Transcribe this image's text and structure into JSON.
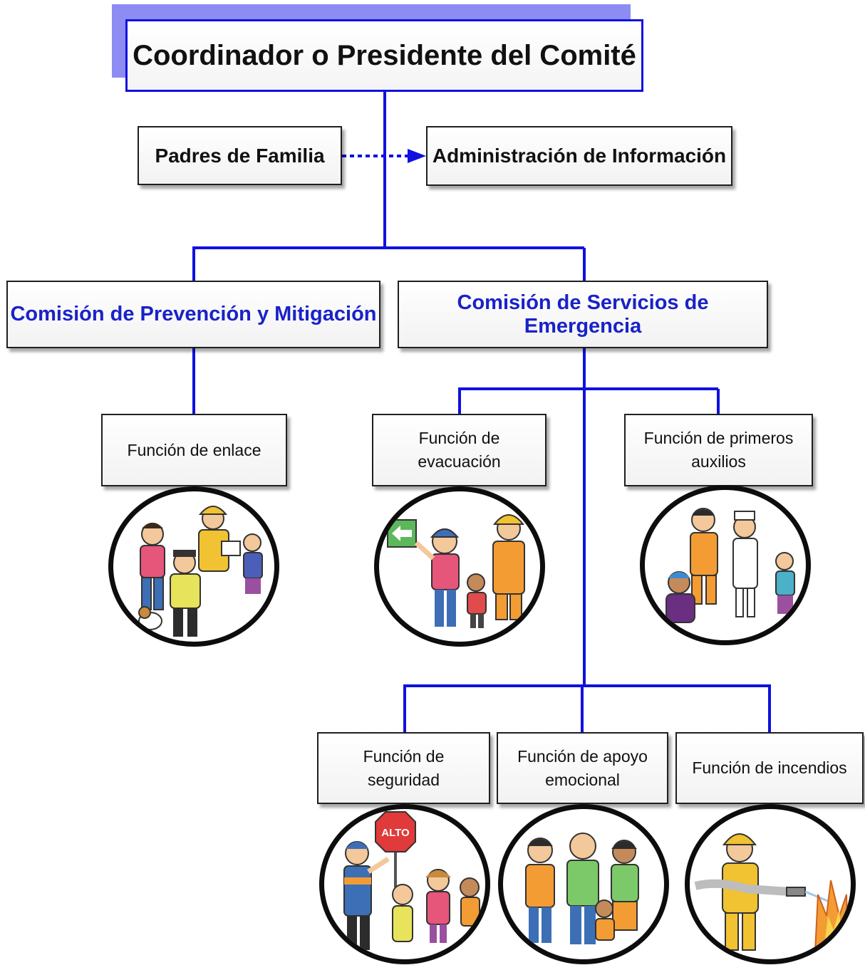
{
  "title": "Coordinador o Presidente del Comité",
  "side_boxes": {
    "parents": "Padres de Familia",
    "information": "Administración de Información"
  },
  "commissions": {
    "prevention": "Comisión de Prevención y Mitigación",
    "emergency": "Comisión de Servicios de Emergencia"
  },
  "functions": {
    "liaison": "Función de enlace",
    "evacuation": "Función de evacuación",
    "first_aid": "Función de primeros auxilios",
    "security": "Función de seguridad",
    "emotional_support": "Función de apoyo emocional",
    "fires": "Función de incendios"
  },
  "illustration_text": {
    "stop_sign": "ALTO"
  },
  "colors": {
    "connector": "#1010e0",
    "commission_text": "#1a22c8",
    "title_shadow": "#8c8cf2"
  }
}
